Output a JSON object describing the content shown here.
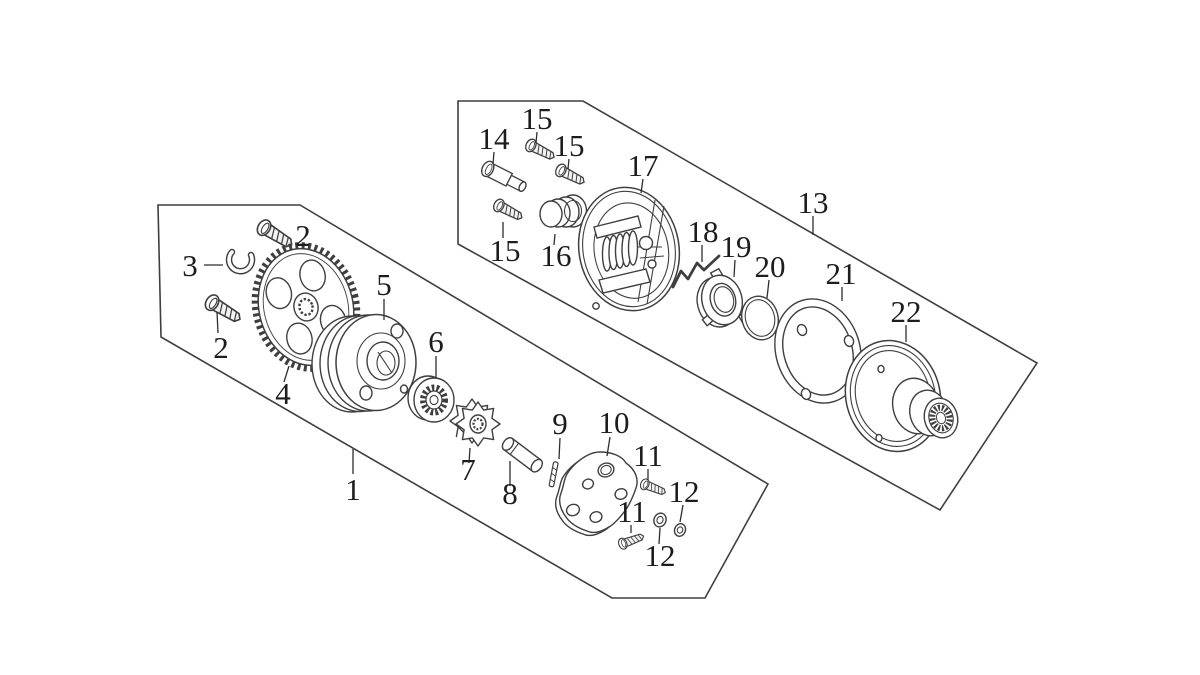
{
  "figure": {
    "background": "#ffffff",
    "line_color": "#3f3f3f",
    "text_color": "#1d1d1d"
  },
  "callouts": {
    "c1": "1",
    "c2a": "2",
    "c2b": "2",
    "c3": "3",
    "c4": "4",
    "c5": "5",
    "c6": "6",
    "c7": "7",
    "c8": "8",
    "c9": "9",
    "c10": "10",
    "c11a": "11",
    "c11b": "11",
    "c12a": "12",
    "c12b": "12",
    "c13": "13",
    "c14": "14",
    "c15a": "15",
    "c15b": "15",
    "c15c": "15",
    "c16": "16",
    "c17": "17",
    "c18": "18",
    "c19": "19",
    "c20": "20",
    "c21": "21",
    "c22": "22"
  }
}
